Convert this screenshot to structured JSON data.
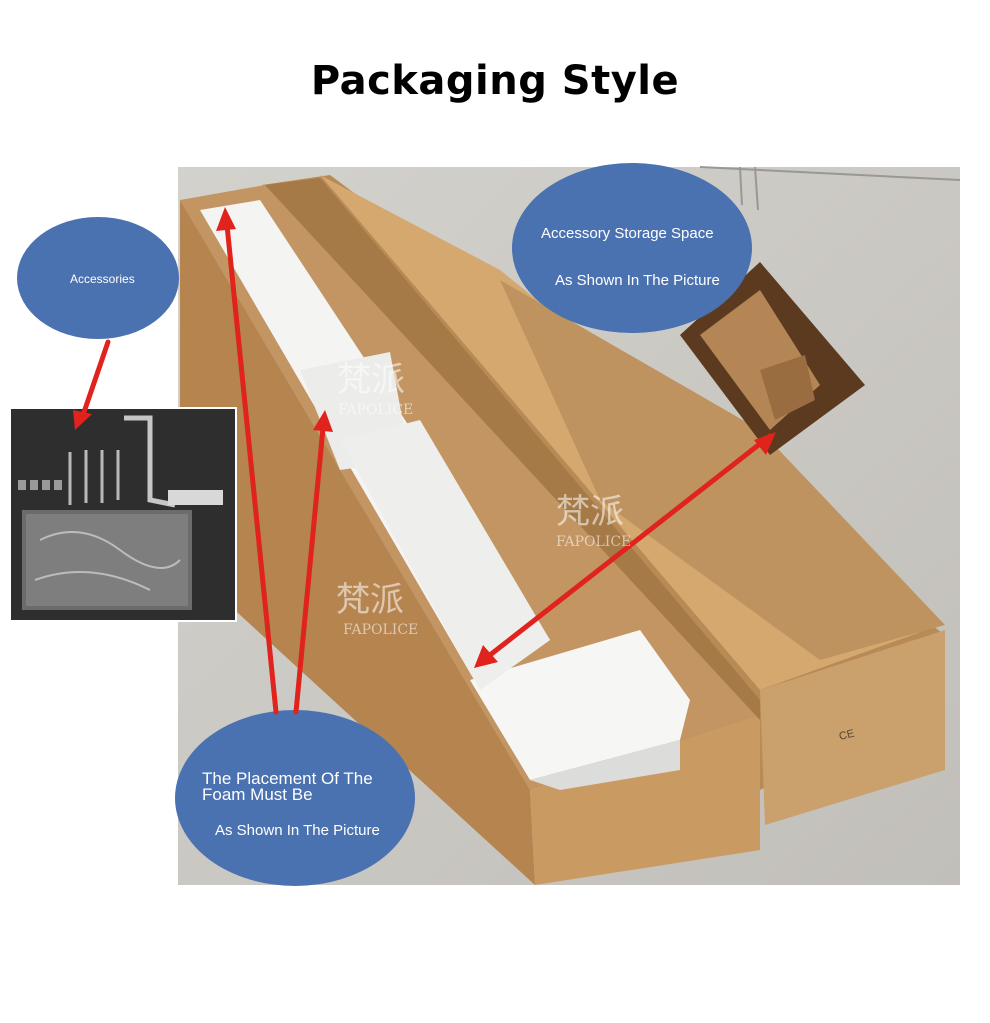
{
  "title": "Packaging Style",
  "callouts": {
    "accessories": {
      "label": "Accessories"
    },
    "storage": {
      "line1": "Accessory Storage Space",
      "line2": "As Shown In The Picture"
    },
    "foam": {
      "line1": "The Placement Of The",
      "line2": "Foam Must Be",
      "line3": "As Shown In The Picture"
    }
  },
  "watermark": {
    "cn": "梵派",
    "en": "FAPOLICE"
  },
  "colors": {
    "bubble": "#4a72b0",
    "arrow": "#e0231c",
    "cardboard": "#c99a61",
    "foam": "#f4f4f2",
    "ground": "#c9c7c2"
  }
}
